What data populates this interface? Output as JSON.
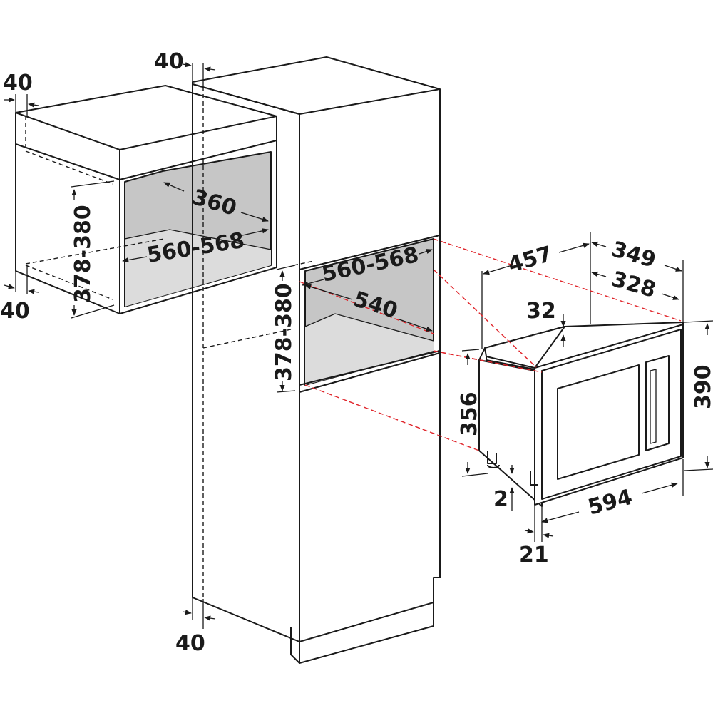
{
  "labels": {
    "wall_top_gap_left": "40",
    "wall_top_gap_center": "40",
    "wall_bottom_gap_left": "40",
    "floor_gap_bottom": "40",
    "wall_cabinet_height": "378-380",
    "wall_cabinet_depth": "360",
    "wall_cabinet_width": "560-568",
    "tall_cabinet_width": "560-568",
    "tall_cabinet_depth": "540",
    "tall_cabinet_height": "378-380",
    "appliance_depth_total": "457",
    "appliance_depth_a": "349",
    "appliance_depth_b": "328",
    "appliance_top_offset": "32",
    "appliance_body_height": "356",
    "appliance_height": "390",
    "appliance_width": "594",
    "appliance_foot": "2",
    "appliance_frame": "21"
  }
}
